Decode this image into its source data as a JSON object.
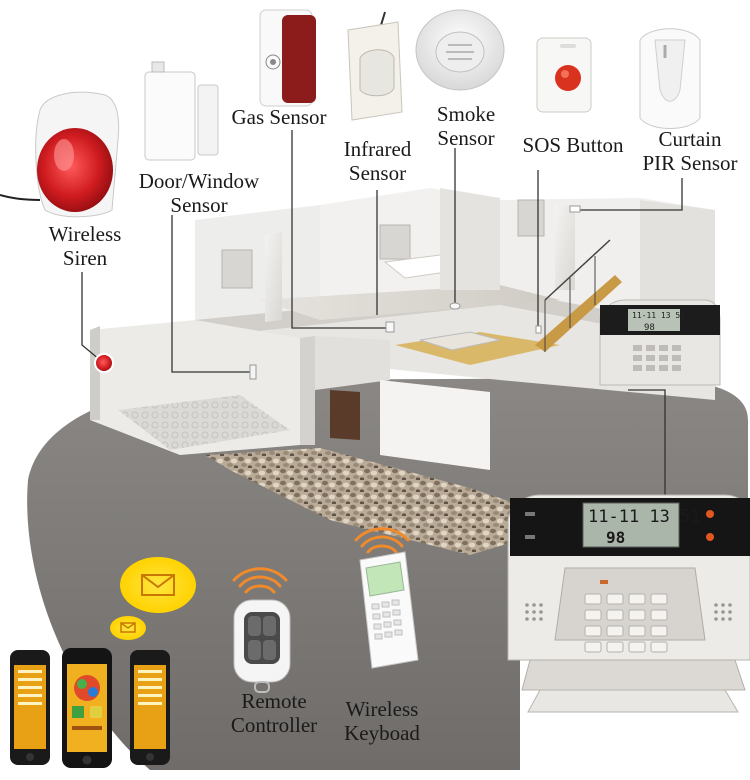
{
  "labels": {
    "wireless_siren": [
      "Wireless",
      "Siren"
    ],
    "door_window_sensor": [
      "Door/Window",
      "Sensor"
    ],
    "gas_sensor": [
      "Gas Sensor"
    ],
    "infrared_sensor": [
      "Infrared",
      "Sensor"
    ],
    "smoke_sensor": [
      "Smoke",
      "Sensor"
    ],
    "sos_button": [
      "SOS Button"
    ],
    "curtain_pir_sensor": [
      "Curtain",
      "PIR Sensor"
    ],
    "remote_controller": [
      "Remote",
      "Controller"
    ],
    "wireless_keyboard": [
      "Wireless",
      "Keyboad"
    ]
  },
  "panel": {
    "lcd_time": "11-11 13 51",
    "lcd_number": "98"
  },
  "colors": {
    "ground": "#7d7a76",
    "siren_red": "#c8191e",
    "gas_red": "#8c1c1c",
    "sos_red": "#d9321f",
    "message_yellow": "#ffd200",
    "wifi_orange": "#f08a2a"
  }
}
